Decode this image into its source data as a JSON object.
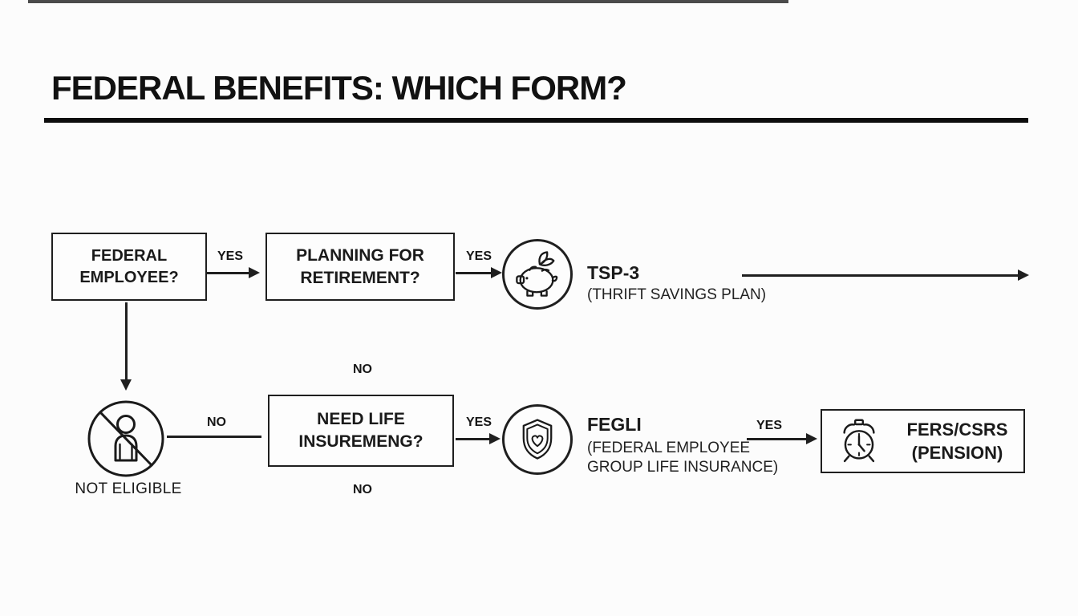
{
  "colors": {
    "ink": "#1a1a1a",
    "background": "#fcfcfc"
  },
  "title": "FEDERAL BENEFITS: WHICH FORM?",
  "flowchart": {
    "nodes": {
      "federal_employee": "FEDERAL\nEMPLOYEE?",
      "planning_retirement": "PLANNING FOR\nRETIREMENT?",
      "need_life_insurance": "NEED LIFE\nINSUREMENG?",
      "fers_csrs": "FERS/CSRS\n(PENSION)",
      "not_eligible": "NOT ELIGIBLE"
    },
    "outcomes": {
      "tsp": {
        "title": "TSP-3",
        "subtitle": "(THRIFT SAVINGS PLAN)",
        "icon": "piggy-bank-icon"
      },
      "fegli": {
        "title": "FEGLI",
        "subtitle": "(FEDERAL EMPLOYEE\nGROUP LIFE INSURANCE)",
        "icon": "shield-heart-icon"
      },
      "fers": {
        "icon": "alarm-clock-icon"
      },
      "not_eligible": {
        "icon": "no-person-icon"
      }
    },
    "labels": {
      "yes_employee": "YES",
      "yes_retirement": "YES",
      "yes_insurance": "YES",
      "yes_fegli": "YES",
      "no_to_insurance": "NO",
      "no_above_insurance": "NO",
      "no_below_insurance": "NO"
    }
  }
}
